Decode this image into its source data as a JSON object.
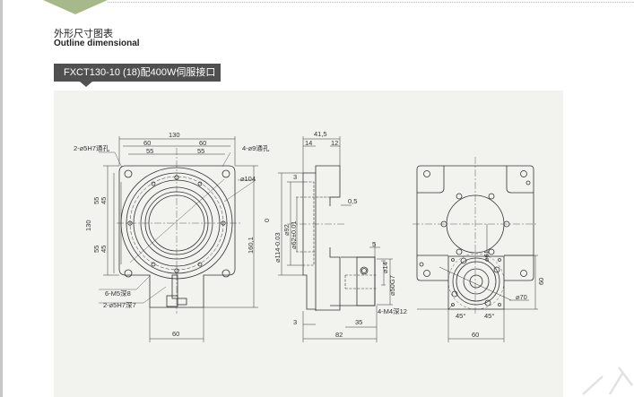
{
  "header": {
    "title_cn": "外形尺寸图表",
    "title_en": "Outline dimensional"
  },
  "model_label": "FXCT130-10 (18)配400W伺服接口",
  "front_view": {
    "d130_top": "130",
    "d60_left": "60",
    "d60_right": "60",
    "d55_left": "55",
    "d55_right": "55",
    "hole_left": "2-⌀5H7通孔",
    "hole_right": "4-⌀9通孔",
    "d104": "⌀104",
    "v130": "130",
    "v55_top": "55",
    "v45_top": "45",
    "v55_bot": "55",
    "v45_bot": "45",
    "v160": "160,1",
    "v0": "0",
    "m5": "6-M5深8",
    "pin": "2-⌀5H7深7",
    "d60_bottom": "60"
  },
  "side_view": {
    "d41_5": "41,5",
    "d14": "14",
    "d12": "12",
    "d3_top": "3",
    "d0_5": "0,5",
    "d114": "⌀114-0.03",
    "d92": "⌀92",
    "d62": "⌀62±0.01",
    "d5": "5",
    "d14_shaft": "⌀14",
    "d50": "⌀50G7",
    "d3_bot": "3",
    "d35": "35",
    "d82": "82"
  },
  "rear_view": {
    "d61": "⌀61",
    "m4": "4-M4深12",
    "a45_left": "45°",
    "a45_right": "45°",
    "d70": "⌀70",
    "v60": "60",
    "d60_bottom": "60"
  },
  "colors": {
    "accent": "#a7b98b",
    "label_bg": "#505050",
    "panel_bg": "#f2f3ee"
  }
}
